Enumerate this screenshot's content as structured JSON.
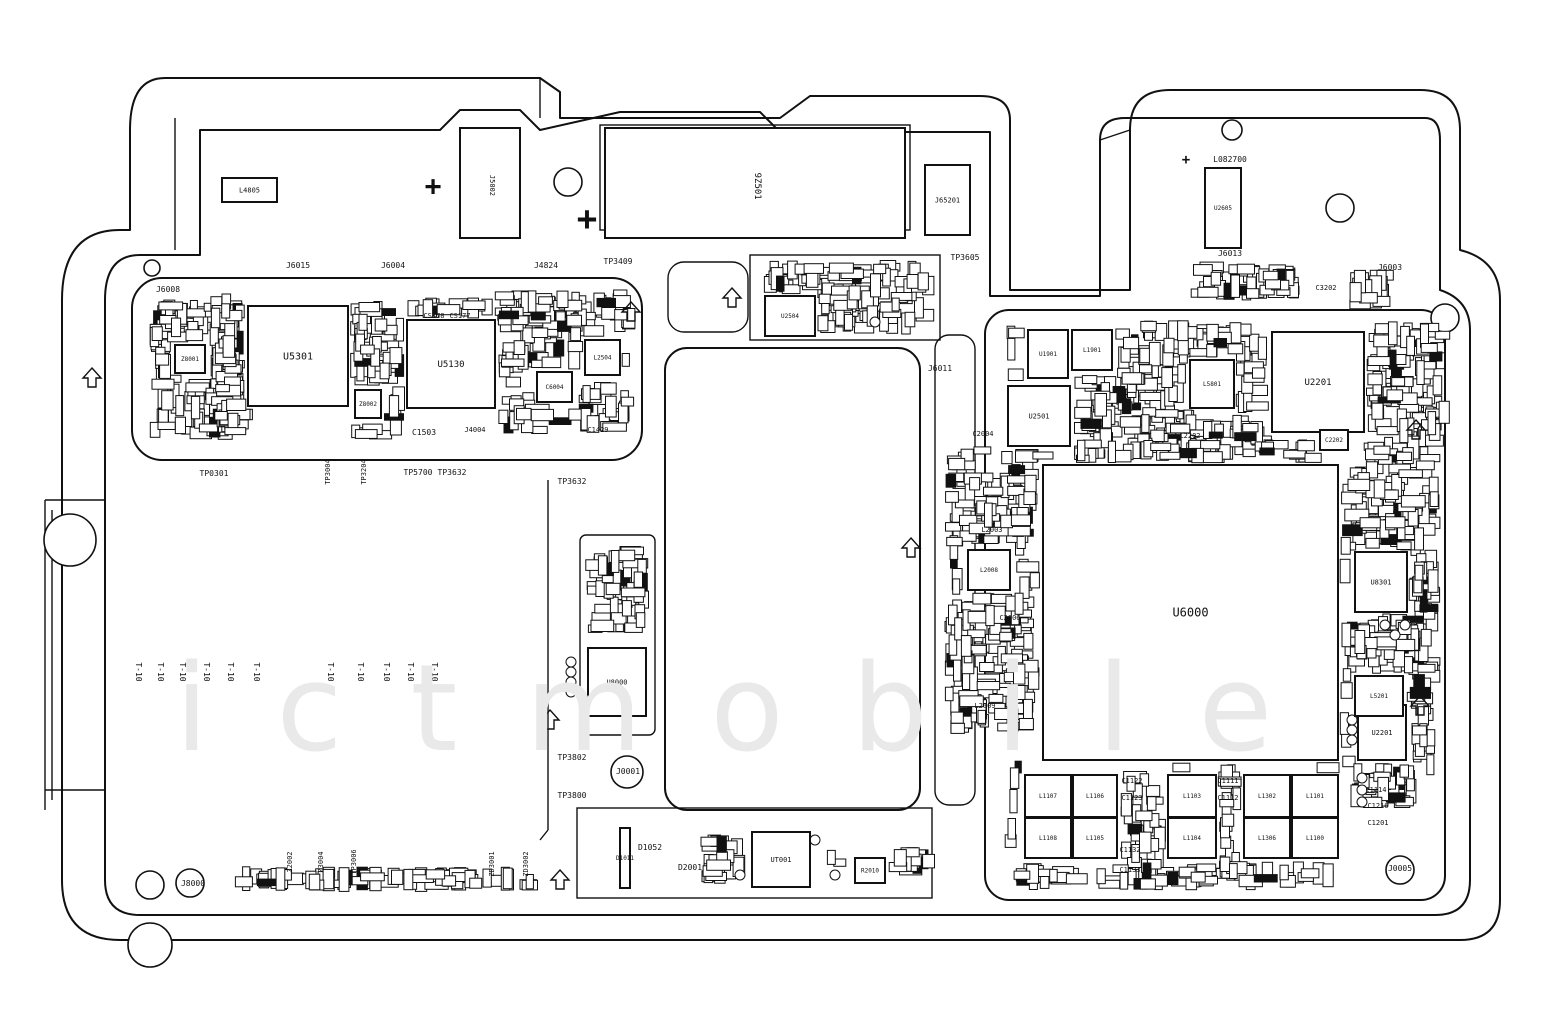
{
  "watermark": "ictmobile",
  "big_chips": [
    "U5301",
    "U5130",
    "U8000",
    "U6000",
    "U2201",
    "U8301",
    "U2201",
    "UT001",
    "U2504",
    "U1901",
    "U2501",
    "U2605"
  ],
  "chips": [
    {
      "label": "U5301"
    },
    {
      "label": "U5130"
    },
    {
      "label": "U8000"
    },
    {
      "label": "U6000"
    },
    {
      "label": "U2201"
    },
    {
      "label": "U8301"
    },
    {
      "label": "U2201"
    },
    {
      "label": "UT001"
    },
    {
      "label": "U2504"
    },
    {
      "label": "U1901"
    },
    {
      "label": "U2501"
    },
    {
      "label": "U2605"
    },
    {
      "label": "L4805"
    },
    {
      "label": "9Z501"
    },
    {
      "label": "J5002"
    },
    {
      "label": "J65201"
    },
    {
      "label": "L5201"
    },
    {
      "label": "L1901"
    },
    {
      "label": "L5801"
    },
    {
      "label": "L2504"
    },
    {
      "label": "C6004"
    },
    {
      "label": "R2010"
    },
    {
      "label": "D1011"
    },
    {
      "label": "L1107"
    },
    {
      "label": "L1106"
    },
    {
      "label": "L1103"
    },
    {
      "label": "L1302"
    },
    {
      "label": "L1101"
    },
    {
      "label": "L1108"
    },
    {
      "label": "L1105"
    },
    {
      "label": "L1104"
    },
    {
      "label": "L1306"
    },
    {
      "label": "L1100"
    },
    {
      "label": "L2008"
    },
    {
      "label": "Z8002"
    },
    {
      "label": "Z8001"
    },
    {
      "label": "C2202"
    }
  ],
  "refs": [
    {
      "label": "J6015"
    },
    {
      "label": "J6004"
    },
    {
      "label": "J4824"
    },
    {
      "label": "TP3409"
    },
    {
      "label": "TP3605"
    },
    {
      "label": "J6013"
    },
    {
      "label": "J6008"
    },
    {
      "label": "J6011"
    },
    {
      "label": "J6003"
    },
    {
      "label": "L082700"
    },
    {
      "label": "TP0301"
    },
    {
      "label": "TP3004"
    },
    {
      "label": "TP3204"
    },
    {
      "label": "TP5700"
    },
    {
      "label": "TP3632"
    },
    {
      "label": "TP3632"
    },
    {
      "label": "TP3802"
    },
    {
      "label": "TP3800"
    },
    {
      "label": "J0001"
    },
    {
      "label": "J8000"
    },
    {
      "label": "J0005"
    },
    {
      "label": "D1052"
    },
    {
      "label": "D2001"
    },
    {
      "label": "J4004"
    },
    {
      "label": "C1503"
    },
    {
      "label": "C1429"
    },
    {
      "label": "CS178"
    },
    {
      "label": "CS177"
    },
    {
      "label": "C3202"
    },
    {
      "label": "L2202"
    },
    {
      "label": "Z2002"
    },
    {
      "label": "Z3004"
    },
    {
      "label": "TP3006"
    },
    {
      "label": "ZD3001"
    },
    {
      "label": "ZD3002"
    },
    {
      "label": "C2004"
    },
    {
      "label": "L2003"
    },
    {
      "label": "C1122"
    },
    {
      "label": "C1123"
    },
    {
      "label": "C1111"
    },
    {
      "label": "C1112"
    },
    {
      "label": "C1114"
    },
    {
      "label": "C1216"
    },
    {
      "label": "C1201"
    },
    {
      "label": "L2009"
    },
    {
      "label": "C1133"
    },
    {
      "label": "C1132"
    },
    {
      "label": "C2006"
    }
  ],
  "test_points": [
    "T-10",
    "T-10",
    "T-10",
    "T-10",
    "T-10",
    "T-10",
    "T-10",
    "T-10",
    "T-10",
    "T-10",
    "T-10"
  ],
  "plus_marks": [
    "+",
    "+",
    "+"
  ],
  "arrows": [
    "arrow",
    "arrow",
    "arrow",
    "arrow",
    "arrow",
    "arrow",
    "arrow",
    "arrow"
  ]
}
